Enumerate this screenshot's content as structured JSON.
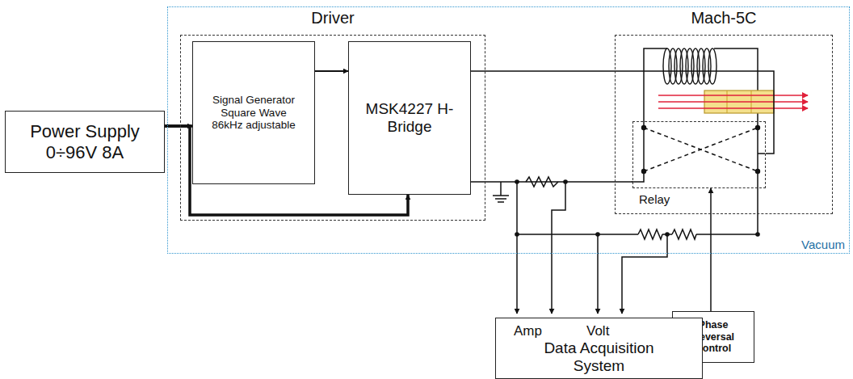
{
  "diagram": {
    "nodes": [
      {
        "text": [
          "Power Supply",
          "0÷96V 8A"
        ]
      },
      {
        "text": [
          "Vacuum"
        ]
      },
      {
        "text": [
          "Driver"
        ],
        "in": 1
      },
      {
        "text": [
          "Signal Generator Square Wave 86kHz adjustable"
        ],
        "in": 2
      },
      {
        "text": [
          "MSK4227 H-Bridge"
        ],
        "in": 2
      },
      {
        "text": [
          "Mach-5C"
        ],
        "in": 1
      },
      {
        "text": [
          "Relay"
        ],
        "in": 5
      },
      {
        "text": [
          "Phase Reversal Control"
        ]
      },
      {
        "text": [
          "Amp",
          "Volt",
          "Data Acquisition System"
        ]
      }
    ],
    "edges": [
      {
        "from": 0,
        "to": 3,
        "arrow": "to"
      },
      {
        "from": 3,
        "to": 4,
        "arrow": "to"
      },
      {
        "from": 0,
        "to": 4,
        "arrow": "to"
      },
      {
        "from": 4,
        "to": 6,
        "arrow": "none"
      },
      {
        "from": 4,
        "to": 6,
        "arrow": "none"
      },
      {
        "from": 7,
        "to": 6,
        "arrow": "to"
      }
    ]
  }
}
